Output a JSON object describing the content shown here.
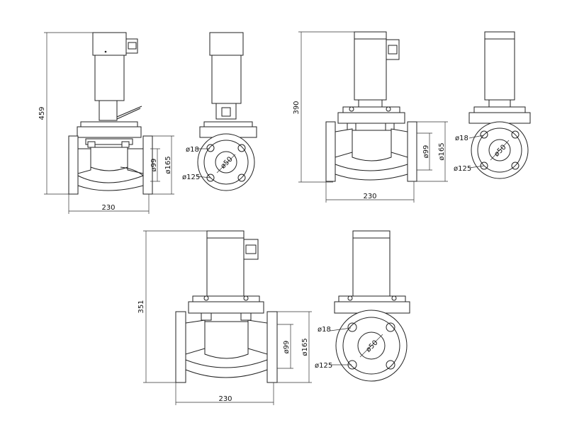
{
  "views": [
    {
      "id": "view-1",
      "height_label": "459",
      "width_label": "230",
      "inner_dim_label": "ø99",
      "outer_dim_label": "ø165",
      "bolt_hole_label": "ø18",
      "bore_label": "ø50",
      "bolt_circle_label": "ø125"
    },
    {
      "id": "view-2",
      "height_label": "390",
      "width_label": "230",
      "inner_dim_label": "ø99",
      "outer_dim_label": "ø165",
      "bolt_hole_label": "ø18",
      "bore_label": "ø50",
      "bolt_circle_label": "ø125"
    },
    {
      "id": "view-3",
      "height_label": "351",
      "width_label": "230",
      "inner_dim_label": "ø99",
      "outer_dim_label": "ø165",
      "bolt_hole_label": "ø18",
      "bore_label": "ø50",
      "bolt_circle_label": "ø125"
    }
  ]
}
